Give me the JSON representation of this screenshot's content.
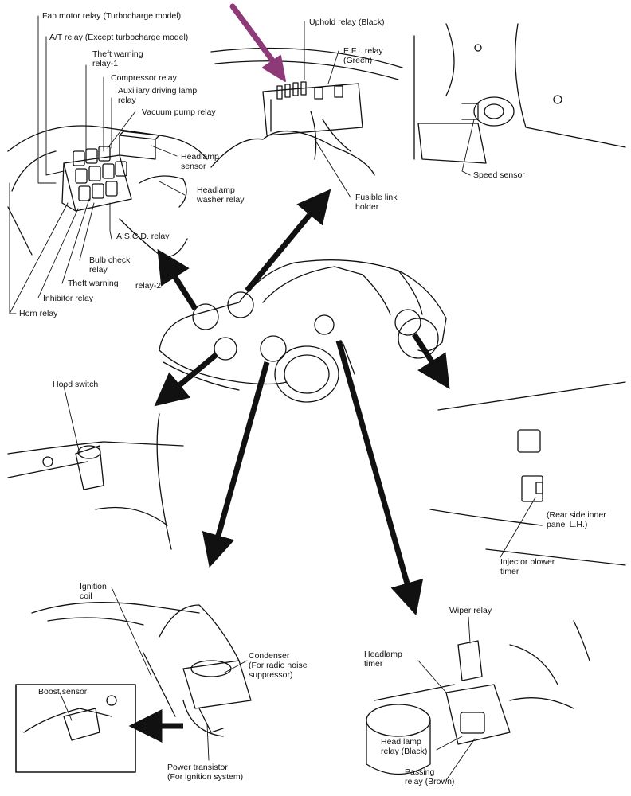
{
  "labels": {
    "fan_motor_relay": "Fan motor relay (Turbocharge model)",
    "at_relay": "A/T relay (Except turbocharge model)",
    "theft_warning_relay1": "Theft warning\nrelay-1",
    "compressor_relay": "Compressor relay",
    "aux_driving_lamp_relay": "Auxiliary driving lamp\nrelay",
    "vacuum_pump_relay": "Vacuum pump relay",
    "headlamp_sensor": "Headlamp\nsensor",
    "headlamp_washer_relay": "Headlamp\nwasher relay",
    "ascd_relay": "A.S.C.D. relay",
    "bulb_check_relay": "Bulb check\nrelay",
    "theft_warning": "Theft warning",
    "relay2": "relay-2",
    "inhibitor_relay": "Inhibitor relay",
    "horn_relay": "Horn relay",
    "uphold_relay": "Uphold relay (Black)",
    "efi_relay": "E.F.I. relay\n(Green)",
    "fusible_link_holder": "Fusible link\nholder",
    "speed_sensor": "Speed sensor",
    "hood_switch": "Hood switch",
    "rear_side_panel": "(Rear side inner\npanel L.H.)",
    "injector_blower_timer": "Injector blower\ntimer",
    "ignition_coil": "Ignition\ncoil",
    "condenser": "Condenser\n(For radio noise\nsuppressor)",
    "boost_sensor": "Boost sensor",
    "power_transistor": "Power transistor\n(For ignition system)",
    "wiper_relay": "Wiper relay",
    "headlamp_timer": "Headlamp\ntimer",
    "head_lamp_relay": "Head lamp\nrelay (Black)",
    "passing_relay": "Passing\nrelay (Brown)"
  },
  "colors": {
    "ink": "#111111",
    "highlight_arrow": "#8e3a78"
  }
}
